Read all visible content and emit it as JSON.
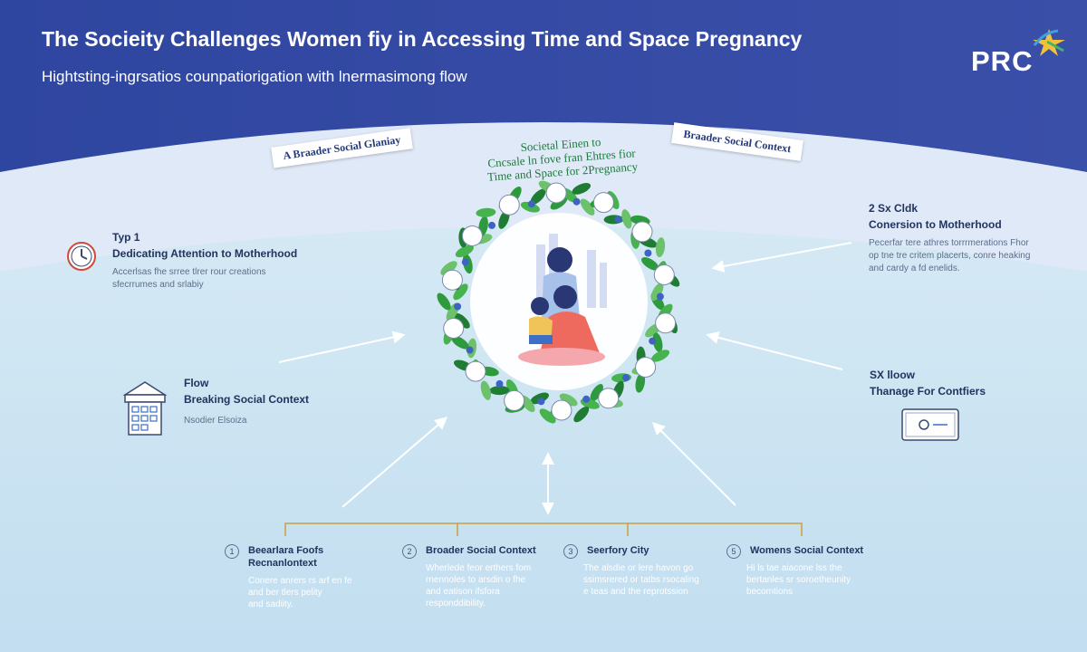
{
  "header": {
    "title": "The Socieity Challenges Women fiy in Accessing Time and Space Pregnancy",
    "subtitle": "Hightsting-ingrsatios counpatiorigation with lnermasimong flow"
  },
  "logo": {
    "text": "PRC",
    "icon": "star-logo-icon"
  },
  "tags": {
    "left": "A Braader Social Glaniay",
    "right": "Braader Social Context"
  },
  "center": {
    "label_lines": [
      "Societal Einen to",
      "Cncsale ln fove fran Ehtres fior",
      "Time and Space for 2Pregnancy"
    ],
    "illustration": "mother-and-child-illustration"
  },
  "left_top": {
    "heading1": "Typ 1",
    "heading2": "Dedicating Attention to Motherhood",
    "desc": [
      "Accerlsas fhe srree tlrer rour creations",
      "sfecrrumes and srlabiy"
    ],
    "icon": "clock-icon"
  },
  "left_mid": {
    "heading1": "Flow",
    "heading2": "Breaking Social Context",
    "desc": [
      "Nsodier Elsoiza"
    ],
    "icon": "building-icon"
  },
  "right_top": {
    "heading1": "2 Sx Cldk",
    "heading2": "Conersion to Motherhood",
    "desc": [
      "Pecerfar tere athres torrrmerations Fhor",
      "op tne tre critem placerts, conre heaking",
      "and cardy a fd enelids."
    ]
  },
  "right_mid": {
    "heading1": "SX lloow",
    "heading2": "Thanage For Contfiers",
    "icon": "monitor-icon"
  },
  "bottom": [
    {
      "num": "1",
      "title": [
        "Beearlara Foofs",
        "Recnanlontext"
      ],
      "desc": [
        "Conere anrers rs arf en fe",
        "and ber tlers pelity",
        "and sadiity."
      ]
    },
    {
      "num": "2",
      "title": [
        "Broader Social Context"
      ],
      "desc": [
        "Wherlede feor erthers fom",
        "rnennoles to arsdin o fhe",
        "and eatison ifsfora",
        "responddibility."
      ]
    },
    {
      "num": "3",
      "title": [
        "Seerfory City"
      ],
      "desc": [
        "The alsdie or lere havon go",
        "ssimsrered or tatbs rsocaling",
        "e teas and the reprotssion"
      ]
    },
    {
      "num": "5",
      "title": [
        "Womens Social Context"
      ],
      "desc": [
        "Hi ls tae aiacone lss the",
        "bertanles sr soroetheunity",
        "becomtions"
      ]
    }
  ],
  "colors": {
    "header_blue": "#3348a0",
    "light_blue": "#c6e2f0",
    "leaf_green": "#2e9a3e",
    "text_navy": "#22335f"
  }
}
